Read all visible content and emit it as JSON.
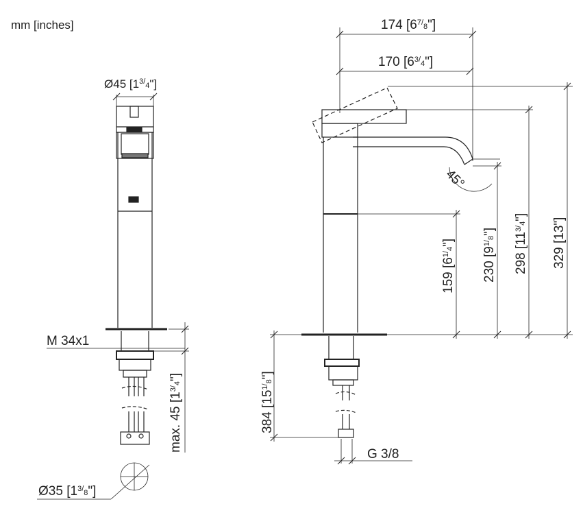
{
  "units_note": "mm [inches]",
  "front_view": {
    "diameter_top": {
      "mm": "45",
      "in_whole": "1",
      "in_num": "3",
      "in_den": "4"
    },
    "thread": "M 34x1",
    "max_thread": {
      "prefix": "max.",
      "mm": "45",
      "in_whole": "1",
      "in_num": "3",
      "in_den": "4"
    },
    "diameter_hole": {
      "mm": "35",
      "in_whole": "1",
      "in_num": "3",
      "in_den": "8"
    }
  },
  "side_view": {
    "reach_overall": {
      "mm": "174",
      "in_whole": "6",
      "in_num": "7",
      "in_den": "8"
    },
    "reach_spout": {
      "mm": "170",
      "in_whole": "6",
      "in_num": "3",
      "in_den": "4"
    },
    "spout_angle": "45°",
    "h_body": {
      "mm": "159",
      "in_whole": "6",
      "in_num": "1",
      "in_den": "4"
    },
    "h_outlet": {
      "mm": "230",
      "in_whole": "9",
      "in_num": "1",
      "in_den": "8"
    },
    "h_top": {
      "mm": "298",
      "in_whole": "11",
      "in_num": "3",
      "in_den": "4"
    },
    "h_lever": {
      "mm": "329",
      "in_whole": "13",
      "in_num": "",
      "in_den": ""
    },
    "h_below": {
      "mm": "384",
      "in_whole": "15",
      "in_num": "1",
      "in_den": "8"
    },
    "connection": "G 3/8"
  }
}
